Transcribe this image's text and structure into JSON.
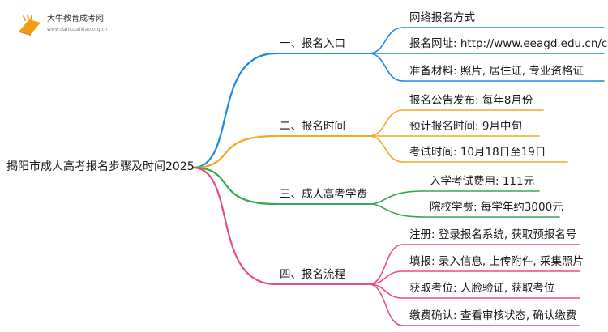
{
  "logo": {
    "name": "大牛教育成考网",
    "url": "www.daniuzaixiao.org.cn"
  },
  "root": "揭阳市成人高考报名步骤及时间2025",
  "colors": {
    "blue": "#1e88e5",
    "orange": "#f5a623",
    "green": "#34a853",
    "pink": "#ea4c89"
  },
  "branches": [
    {
      "label": "一、报名入口",
      "color": "blue",
      "leaves": [
        "网络报名方式",
        "报名网址: http://www.eeagd.edu.cn/cr",
        "准备材料: 照片, 居住证, 专业资格证"
      ]
    },
    {
      "label": "二、报名时间",
      "color": "orange",
      "leaves": [
        "报名公告发布: 每年8月份",
        "预计报名时间: 9月中旬",
        "考试时间: 10月18日至19日"
      ]
    },
    {
      "label": "三、成人高考学费",
      "color": "green",
      "leaves": [
        "入学考试费用: 111元",
        "院校学费: 每学年约3000元"
      ]
    },
    {
      "label": "四、报名流程",
      "color": "pink",
      "leaves": [
        "注册: 登录报名系统, 获取预报名号",
        "填报: 录入信息, 上传附件, 采集照片",
        "获取考位: 人脸验证, 获取考位",
        "缴费确认: 查看审核状态, 确认缴费"
      ]
    }
  ]
}
